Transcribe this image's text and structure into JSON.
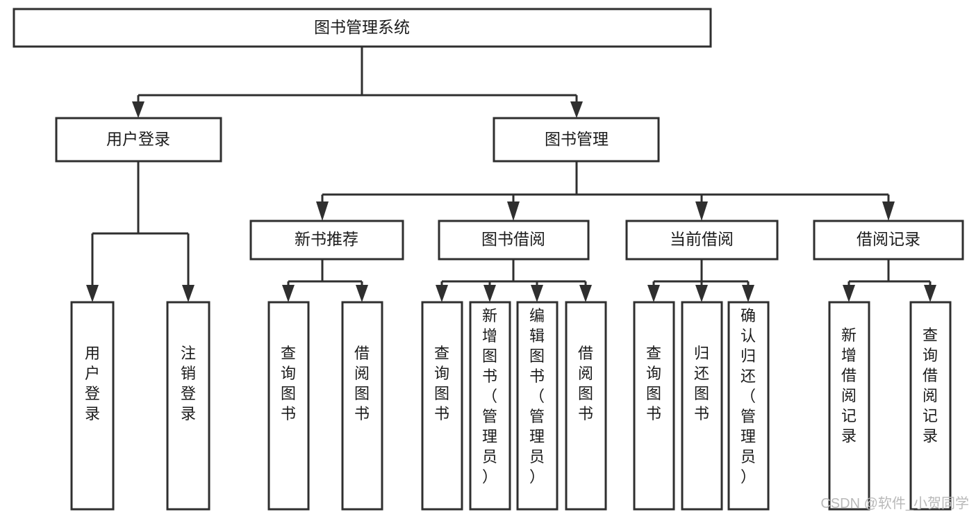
{
  "diagram": {
    "type": "tree-hierarchy-chart",
    "title": "图书管理系统",
    "orientation": "top-down",
    "colors": {
      "box_stroke": "#2f2f2f",
      "box_fill": "#ffffff",
      "connector": "#2f2f2f",
      "text": "#1b1b1b",
      "background": "#ffffff",
      "watermark": "#b9b9b9"
    },
    "levels": {
      "root": {
        "label": "图书管理系统"
      },
      "level2": [
        {
          "id": "user-login",
          "label": "用户登录"
        },
        {
          "id": "book-management",
          "label": "图书管理"
        }
      ],
      "level3": [
        {
          "id": "new-book-recommend",
          "label": "新书推荐",
          "parent": "book-management"
        },
        {
          "id": "book-borrow",
          "label": "图书借阅",
          "parent": "book-management"
        },
        {
          "id": "current-borrow",
          "label": "当前借阅",
          "parent": "book-management"
        },
        {
          "id": "borrow-record",
          "label": "借阅记录",
          "parent": "book-management"
        }
      ],
      "leaves": [
        {
          "id": "leaf-user-login",
          "label": "用户登录",
          "parent": "user-login"
        },
        {
          "id": "leaf-logout",
          "label": "注销登录",
          "parent": "user-login"
        },
        {
          "id": "leaf-query-book-1",
          "label": "查询图书",
          "parent": "new-book-recommend"
        },
        {
          "id": "leaf-borrow-book-1",
          "label": "借阅图书",
          "parent": "new-book-recommend"
        },
        {
          "id": "leaf-query-book-2",
          "label": "查询图书",
          "parent": "book-borrow"
        },
        {
          "id": "leaf-add-book",
          "label": "新增图书（管理员）",
          "parent": "book-borrow"
        },
        {
          "id": "leaf-edit-book",
          "label": "编辑图书（管理员）",
          "parent": "book-borrow"
        },
        {
          "id": "leaf-borrow-book-2",
          "label": "借阅图书",
          "parent": "book-borrow"
        },
        {
          "id": "leaf-query-book-3",
          "label": "查询图书",
          "parent": "current-borrow"
        },
        {
          "id": "leaf-return-book",
          "label": "归还图书",
          "parent": "current-borrow"
        },
        {
          "id": "leaf-confirm-return",
          "label": "确认归还（管理员）",
          "parent": "current-borrow"
        },
        {
          "id": "leaf-add-record",
          "label": "新增借阅记录",
          "parent": "borrow-record"
        },
        {
          "id": "leaf-query-record",
          "label": "查询借阅记录",
          "parent": "borrow-record"
        }
      ]
    }
  },
  "watermark": {
    "text": "CSDN @软件_小贺同学"
  }
}
